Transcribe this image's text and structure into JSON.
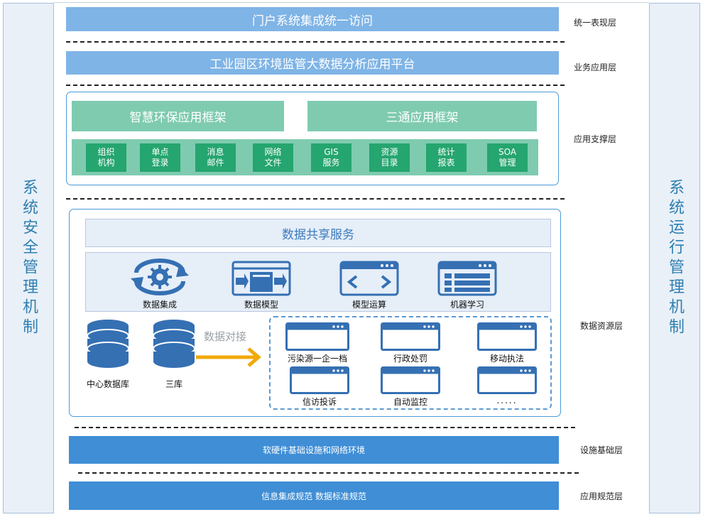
{
  "sides": {
    "left": "系统安全管理机制",
    "right": "系统运行管理机制"
  },
  "bars": {
    "portal": "门户系统集成统一访问",
    "platform": "工业园区环境监管大数据分析应用平台",
    "infrastructure": "软硬件基础设施和网络环境",
    "standards": "信息集成规范 数据标准规范"
  },
  "layers": {
    "presentation": "统一表现层",
    "business": "业务应用层",
    "support": "应用支撑层",
    "resource": "数据资源层",
    "infrastructure": "设施基础层",
    "standard": "应用规范层"
  },
  "support": {
    "frame_left": "智慧环保应用框架",
    "frame_right": "三通应用框架",
    "chips": [
      "组织\n机构",
      "单点\n登录",
      "消息\n邮件",
      "网络\n文件",
      "GIS\n服务",
      "资源\n目录",
      "统计\n报表",
      "SOA\n管理"
    ]
  },
  "resource": {
    "share_title": "数据共享服务",
    "services": [
      "数据集成",
      "数据模型",
      "模型运算",
      "机器学习"
    ],
    "databases": [
      "中心数据库",
      "三库"
    ],
    "docking": "数据对接",
    "apps": [
      "污染源一企一档",
      "行政处罚",
      "移动执法",
      "信访投诉",
      "自动监控",
      "....."
    ]
  },
  "colors": {
    "light_bar": "#7fb4e6",
    "deep_bar": "#3f8ed6",
    "green": "#7fcbb0",
    "chip_green": "#25a56f",
    "icon_blue": "#3570b3",
    "arrow": "#f0a90a",
    "side_text": "#2f7fb0"
  }
}
